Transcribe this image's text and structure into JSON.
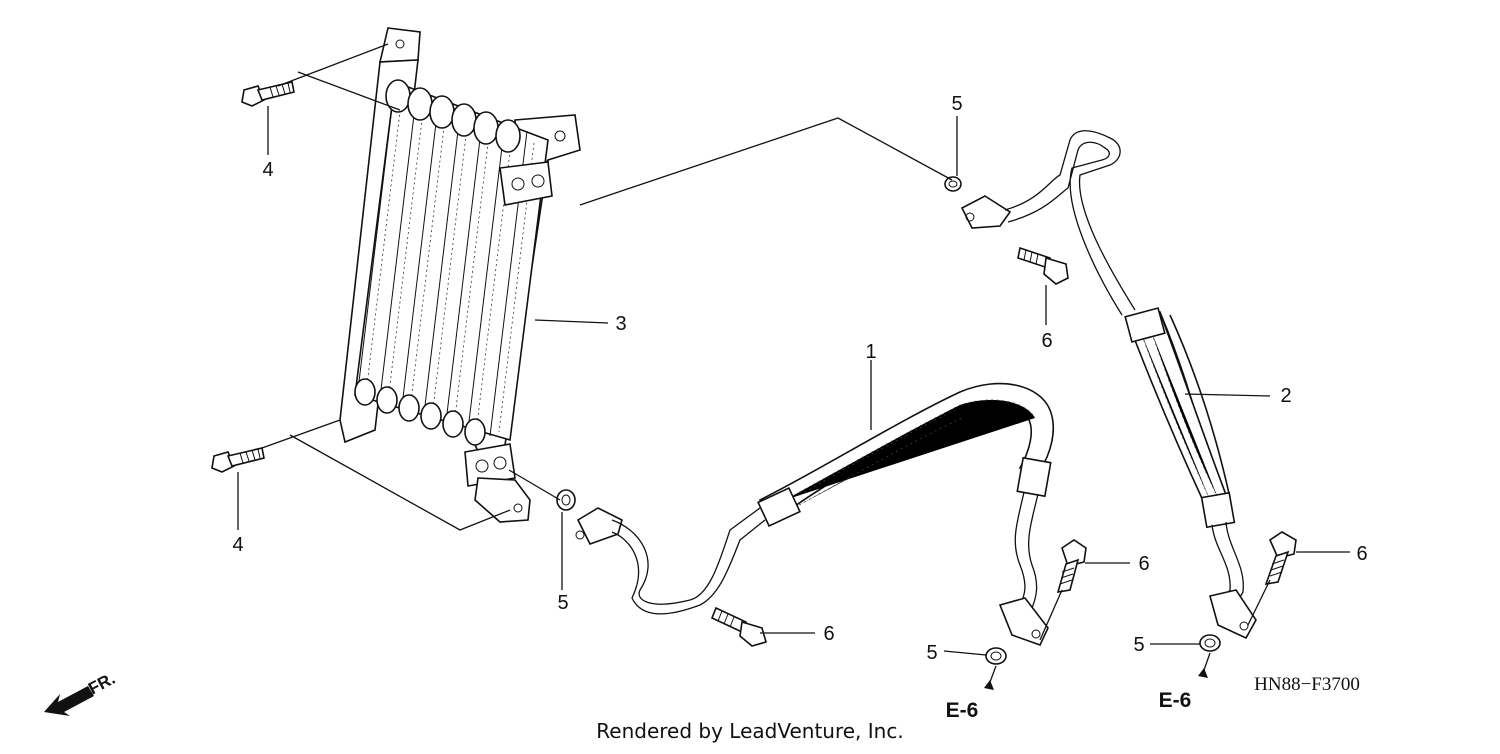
{
  "diagram": {
    "callouts": [
      {
        "id": "c1",
        "label": "1"
      },
      {
        "id": "c2",
        "label": "2"
      },
      {
        "id": "c3",
        "label": "3"
      },
      {
        "id": "c4a",
        "label": "4"
      },
      {
        "id": "c4b",
        "label": "4"
      },
      {
        "id": "c5a",
        "label": "5"
      },
      {
        "id": "c5b",
        "label": "5"
      },
      {
        "id": "c5c",
        "label": "5"
      },
      {
        "id": "c5d",
        "label": "5"
      },
      {
        "id": "c6a",
        "label": "6"
      },
      {
        "id": "c6b",
        "label": "6"
      },
      {
        "id": "c6c",
        "label": "6"
      },
      {
        "id": "c6d",
        "label": "6"
      }
    ],
    "references": [
      {
        "id": "ref-left",
        "label": "E-6"
      },
      {
        "id": "ref-right",
        "label": "E-6"
      }
    ],
    "front_indicator": "FR.",
    "diagram_code": "HN88−F3700",
    "credit": "Rendered by LeadVenture, Inc.",
    "line_color": "#111111",
    "background_color": "#ffffff"
  }
}
